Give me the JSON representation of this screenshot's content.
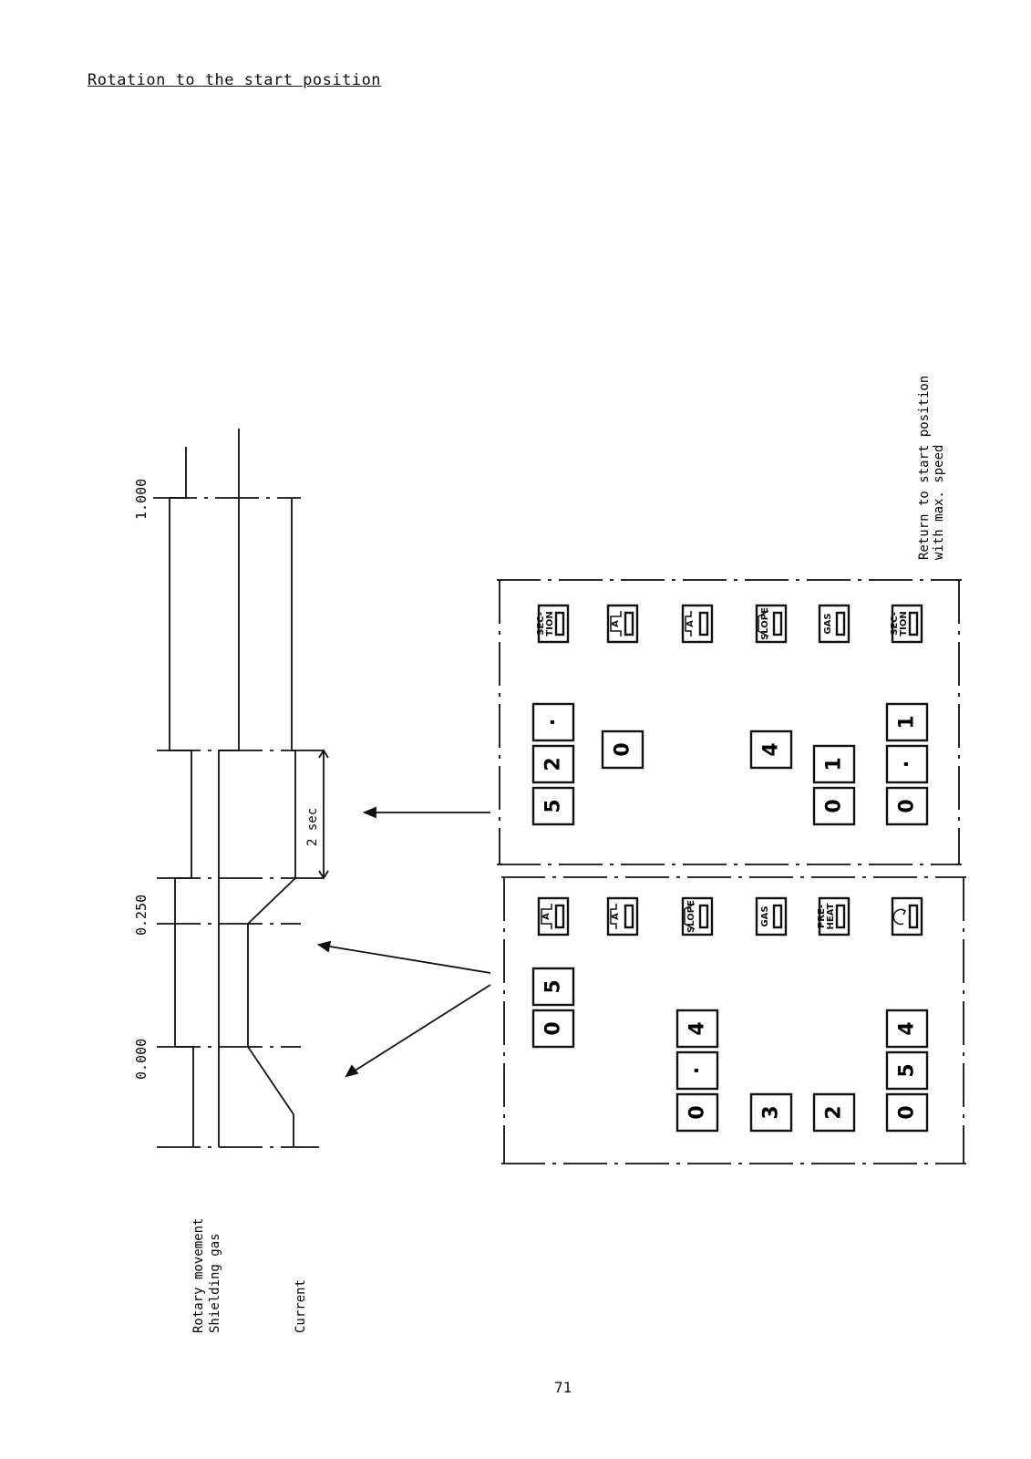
{
  "heading": "Rotation to the start position",
  "time_labels": {
    "t0": "0.000",
    "t1": "0.250",
    "t2": "1.000"
  },
  "signal_labels": {
    "rotary": "Rotary movement",
    "gas": "Shielding gas",
    "current": "Current"
  },
  "duration_label": "2 sec",
  "note": {
    "line1": "Return to start position",
    "line2": "with max. speed"
  },
  "panel_left": {
    "rows": [
      {
        "digits": [
          "5",
          "0"
        ],
        "func": "pulse-high-icon"
      },
      {
        "digits": [],
        "func": "pulse-low-icon"
      },
      {
        "digits": [
          "4",
          "·",
          "0"
        ],
        "func": "SLOPE"
      },
      {
        "digits": [
          "3"
        ],
        "func": "GAS"
      },
      {
        "digits": [
          "2"
        ],
        "func": "PRE-HEAT"
      },
      {
        "digits": [
          "4",
          "5",
          "0"
        ],
        "func": "rotation-icon"
      }
    ]
  },
  "panel_right": {
    "rows": [
      {
        "digits": [
          "·",
          "2",
          "5"
        ],
        "func": "SEC-TION"
      },
      {
        "digits": [
          "0"
        ],
        "func": "pulse-high-icon"
      },
      {
        "digits": [],
        "func": "pulse-low-icon"
      },
      {
        "digits": [
          "4"
        ],
        "func": "SLOPE"
      },
      {
        "digits": [
          "1",
          "0"
        ],
        "func": "GAS"
      },
      {
        "digits": [
          "1",
          "·",
          "0"
        ],
        "func": "SEC-TION"
      }
    ]
  },
  "page_number": "71"
}
